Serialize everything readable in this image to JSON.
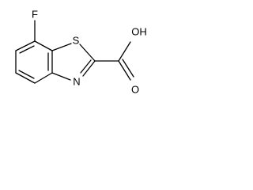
{
  "molecule": {
    "atoms": {
      "fluorine": "F",
      "sulfur": "S",
      "nitrogen": "N",
      "carbonyl_oxygen": "O",
      "hydroxyl": "OH"
    }
  }
}
